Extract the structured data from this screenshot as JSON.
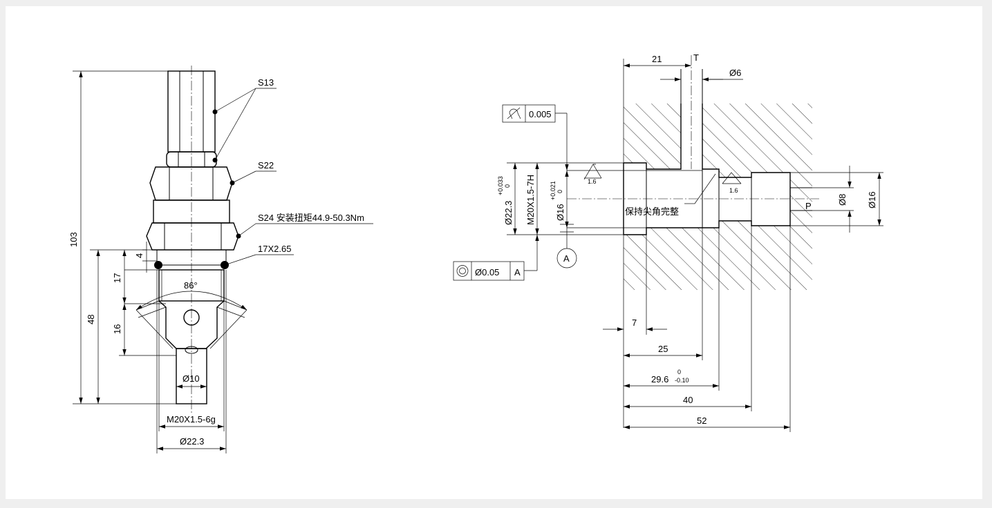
{
  "left_view": {
    "callout_s13": "S13",
    "callout_s22": "S22",
    "callout_s24": "S24 安装扭矩44.9-50.3Nm",
    "callout_oring": "17X2.65",
    "dim_total_height": "103",
    "dim_48": "48",
    "dim_17": "17",
    "dim_16": "16",
    "dim_4": "4",
    "angle": "86°",
    "dim_stem_dia": "Ø10",
    "dim_thread": "M20X1.5-6g",
    "dim_body_dia": "Ø22.3"
  },
  "right_view": {
    "dim_21": "21",
    "label_t": "T",
    "dim_d6": "Ø6",
    "flatness_value": "0.005",
    "concentricity_value": "Ø0.05",
    "datum_ref": "A",
    "datum_label": "A",
    "dim_bore_dia": "Ø22.3",
    "bore_tol_upper": "+0.033",
    "bore_tol_lower": "0",
    "dim_thread": "M20X1.5-7H",
    "dim_d16_left": "Ø16",
    "d16_tol_upper": "+0.021",
    "d16_tol_lower": "0",
    "roughness_1": "1.6",
    "roughness_2": "1.6",
    "note_sharp_edge": "保持尖角完整",
    "label_p": "P",
    "dim_d8": "Ø8",
    "dim_d16_right": "Ø16",
    "dim_7": "7",
    "dim_25": "25",
    "dim_29_6": "29.6",
    "dim_29_6_tol_upper": "0",
    "dim_29_6_tol_lower": "-0.10",
    "dim_40": "40",
    "dim_52": "52"
  }
}
